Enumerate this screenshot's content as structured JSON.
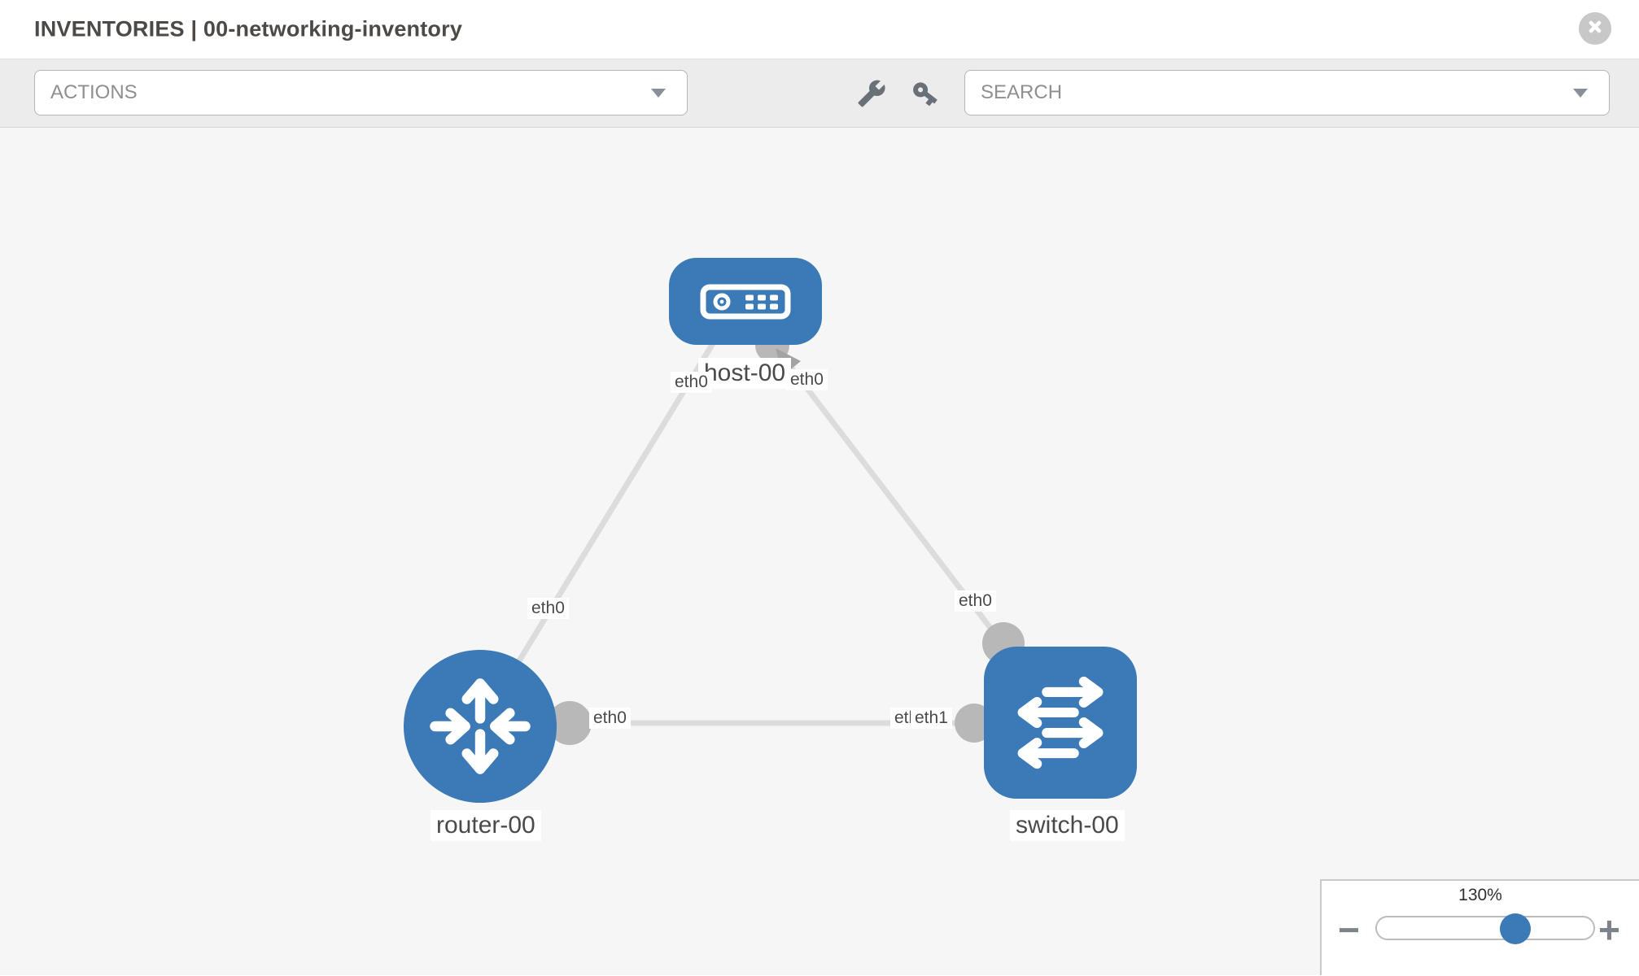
{
  "header": {
    "title": "INVENTORIES | 00-networking-inventory"
  },
  "toolbar": {
    "actions_label": "ACTIONS",
    "search_label": "SEARCH"
  },
  "topology": {
    "accent_color": "#3b7ab6",
    "nodes": [
      {
        "name": "host-00",
        "type": "host",
        "interfaces": [
          "eth0",
          "eth0"
        ]
      },
      {
        "name": "router-00",
        "type": "router",
        "interfaces": [
          "eth0",
          "eth0"
        ]
      },
      {
        "name": "switch-00",
        "type": "switch",
        "interfaces": [
          "eth0",
          "eth1"
        ]
      }
    ],
    "links": [
      {
        "source": "host-00",
        "source_interface": "eth0",
        "target": "router-00",
        "target_interface": "eth0"
      },
      {
        "source": "host-00",
        "source_interface": "eth0",
        "target": "switch-00",
        "target_interface": "eth0"
      },
      {
        "source": "router-00",
        "source_interface": "eth0",
        "target": "switch-00",
        "target_interface": "eth1"
      }
    ]
  },
  "zoom_panel": {
    "level": "130%",
    "minus_label": "−",
    "plus_label": "+"
  }
}
